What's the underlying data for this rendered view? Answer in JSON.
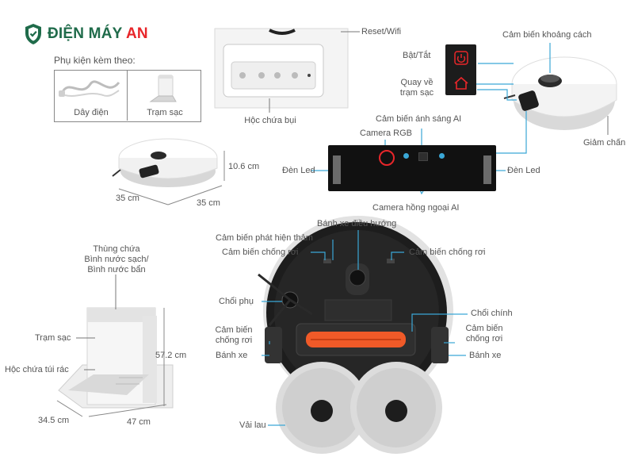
{
  "brand": {
    "name_main": "ĐIỆN MÁY",
    "name_accent": "AN",
    "colors": {
      "primary": "#1f6b4a",
      "accent": "#e8262a"
    },
    "icon": "shield-check-icon"
  },
  "accessories": {
    "title": "Phụ kiện kèm theo:",
    "items": [
      "Dây điện",
      "Trạm sạc"
    ]
  },
  "labels": {
    "reset_wifi": "Reset/Wifi",
    "dust_box": "Hộc chứa bụi",
    "power": "Bật/Tắt",
    "return_home": "Quay về\ntrạm sạc",
    "distance_sensor": "Cảm biến khoảng cách",
    "bumper": "Giảm chấn",
    "light_sensor": "Cảm biến ánh sáng AI",
    "rgb_camera": "Camera RGB",
    "led_left": "Đèn Led",
    "led_right": "Đèn Led",
    "ir_camera": "Camera hồng ngoại AI",
    "carpet_sensor": "Cảm biến phát hiện thảm",
    "nav_wheel": "Bánh xe điều hướng",
    "cliff_sensor_top_left": "Cảm biến chống rơi",
    "cliff_sensor_top_right": "Cảm biến chống rơi",
    "side_brush": "Chổi phụ",
    "main_brush": "Chổi chính",
    "cliff_sensor_left": "Cảm biến\nchống rơi",
    "cliff_sensor_right": "Cảm biến\nchống rơi",
    "wheel_left": "Bánh xe",
    "wheel_right": "Bánh xe",
    "mop": "Vải lau",
    "water_tanks": "Thùng chứa\nBình nước sạch/\nBình nước bẩn",
    "station": "Trạm sạc",
    "bag_compartment": "Hộc chứa túi rác"
  },
  "dimensions": {
    "robot_height": "10.6 cm",
    "robot_width": "35 cm",
    "robot_depth": "35 cm",
    "station_height": "57.2 cm",
    "station_width": "47 cm",
    "station_depth": "34.5 cm"
  }
}
